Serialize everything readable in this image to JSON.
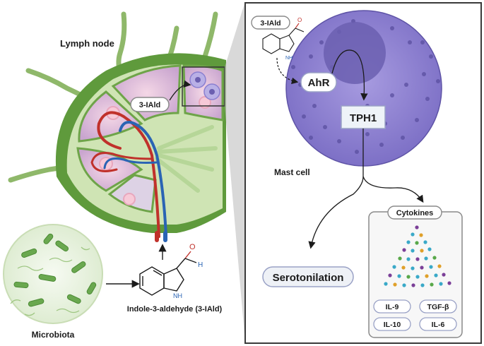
{
  "labels": {
    "lymph_node": "Lymph node",
    "microbiota": "Microbiota",
    "indole_caption": "Indole-3-aldehyde (3-IAld)",
    "iald_tag_node": "3-IAld",
    "iald_tag_cell": "3-IAld",
    "mast_cell": "Mast cell",
    "ahr": "AhR",
    "tph1": "TPH1",
    "serotonilation": "Serotonilation",
    "cytokines": "Cytokines"
  },
  "molecule": {
    "oxygen": "O",
    "hydrogen": "H",
    "nh": "NH"
  },
  "cytokine_list": [
    "IL-9",
    "TGF-β",
    "IL-10",
    "IL-6"
  ],
  "colors": {
    "node_green": "#5f9a3c",
    "node_light": "#cfe4b4",
    "mast_purple": "#8a7fd0",
    "nucleus_purple": "#6b5fb0",
    "vessel_red": "#c0312b",
    "vessel_blue": "#2a64b4"
  }
}
